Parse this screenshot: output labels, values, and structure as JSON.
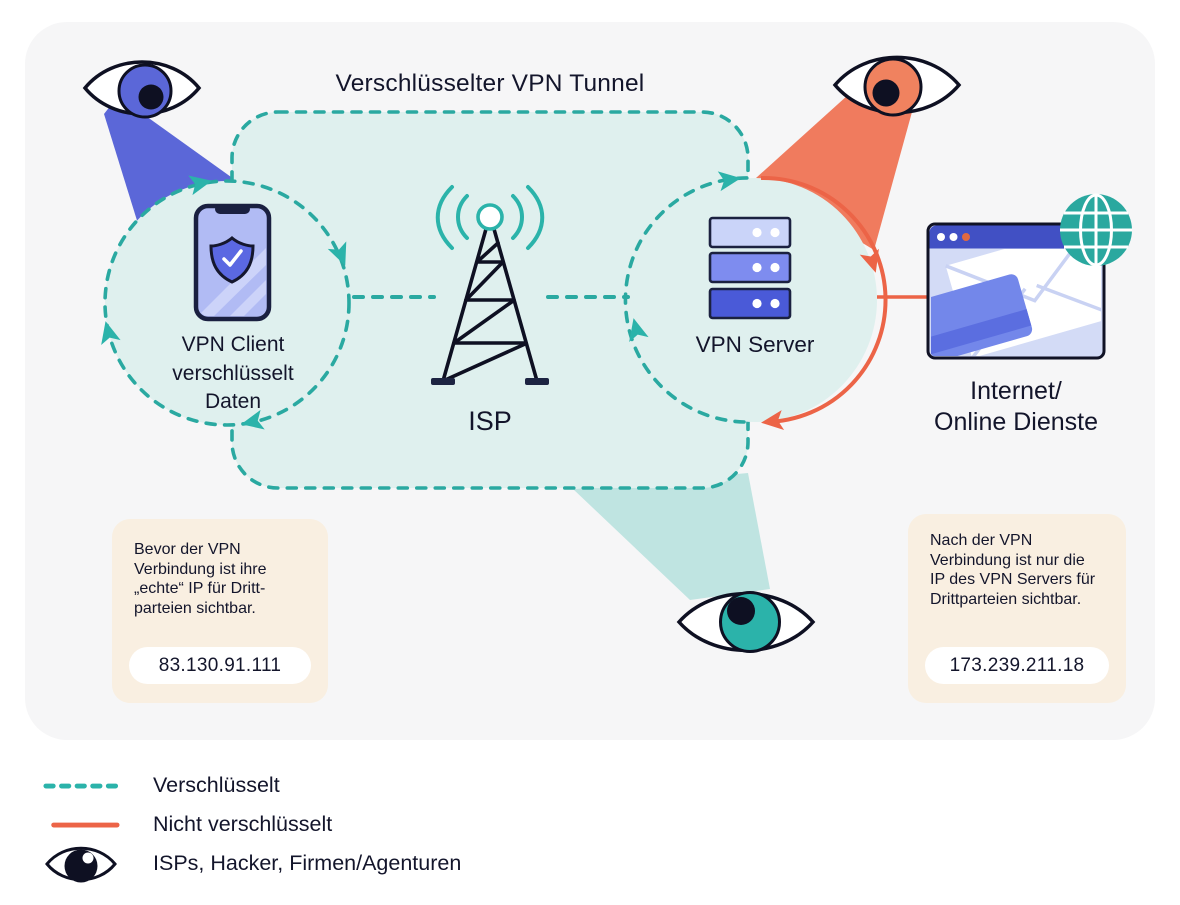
{
  "diagram": {
    "title": "Verschlüsselter VPN Tunnel",
    "nodes": {
      "client": {
        "lines": [
          "VPN Client",
          "verschlüsselt",
          "Daten"
        ]
      },
      "isp": {
        "label": "ISP"
      },
      "server": {
        "label": "VPN Server"
      },
      "internet": {
        "lines": [
          "Internet/",
          "Online Dienste"
        ]
      }
    },
    "callouts": {
      "before": {
        "lines": [
          "Bevor der VPN",
          "Verbindung ist ihre",
          "„echte“ IP für Dritt-",
          "parteien sichtbar."
        ],
        "ip": "83.130.91.111"
      },
      "after": {
        "lines": [
          "Nach der VPN",
          "Verbindung ist nur die",
          "IP des VPN Servers für",
          "Drittparteien sichtbar."
        ],
        "ip": "173.239.211.18"
      }
    }
  },
  "legend": {
    "items": [
      {
        "swatch": "dashed-teal-line",
        "label": "Verschlüsselt"
      },
      {
        "swatch": "solid-orange-line",
        "label": "Nicht verschlüsselt"
      },
      {
        "swatch": "eye-icon",
        "label": "ISPs, Hacker, Firmen/Agenturen"
      }
    ]
  },
  "icons": {
    "client": "smartphone-shield-icon",
    "isp": "radio-tower-icon",
    "server": "server-stack-icon",
    "internet": "browser-window-icon",
    "globe": "globe-icon",
    "envelope": "envelope-icon",
    "credit_card": "credit-card-icon",
    "surveillance": "eye-icon",
    "encrypted_path": "dashed-line",
    "unencrypted_path": "solid-line"
  },
  "colors": {
    "teal": "#2bb3aa",
    "teal_stroke": "#2aa9a1",
    "tunnel_fill": "#dff0ee",
    "teal_beam": "#bfe4e1",
    "orange": "#ec6447",
    "orange_beam": "#f07b5e",
    "orange_iris": "#f0825f",
    "indigo": "#5b67d8",
    "callout_beige": "#f9efe1",
    "card_background": "#f6f6f7",
    "ink": "#13152b"
  }
}
